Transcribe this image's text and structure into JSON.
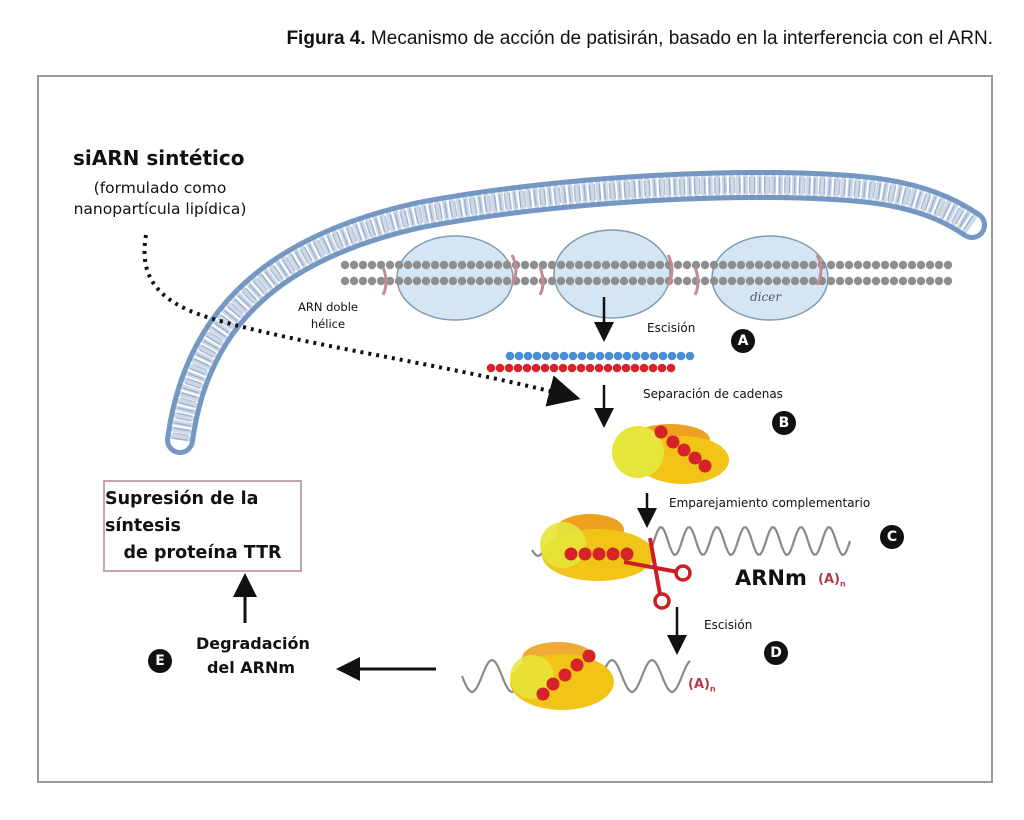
{
  "caption": {
    "label": "Figura 4.",
    "text": "Mecanismo de acción de patisirán, basado en la interferencia con el ARN."
  },
  "diagram": {
    "siarn": {
      "title": "siARN sintético",
      "subtitle_line1": "(formulado como",
      "subtitle_line2": "nanopartícula lipídica)"
    },
    "labels": {
      "double_helix_line1": "ARN doble",
      "double_helix_line2": "hélice",
      "dicer": "dicer",
      "cleavage_a": "Escisión",
      "strand_separation": "Separación de cadenas",
      "complementary_pairing": "Emparejamiento complementario",
      "mrna": "ARNm",
      "polya": "(A)",
      "polya_sub": "n",
      "cleavage_d": "Escisión",
      "degradation_line1": "Degradación",
      "degradation_line2": "del ARNm"
    },
    "result_box": {
      "line1": "Supresión de la síntesis",
      "line2": "de proteína TTR"
    },
    "steps": [
      "A",
      "B",
      "C",
      "D",
      "E"
    ],
    "colors": {
      "membrane": "#6f93c0",
      "dsrna": "#8e8e8e",
      "dicer": "#d4e6f4",
      "sense_strand": "#4a8fd6",
      "antisense_strand": "#d62229",
      "risc_yellow": "#f2c417",
      "risc_orange": "#f0a020",
      "risc_light": "#e6e63a",
      "scissors": "#cc1f25",
      "box_border": "#c9a3ad"
    }
  }
}
